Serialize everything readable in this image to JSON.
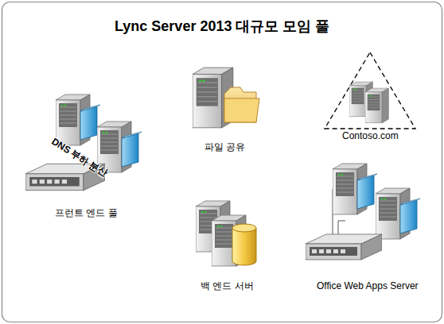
{
  "diagram": {
    "title": "Lync Server 2013 대규모 모임 풀",
    "nodes": [
      {
        "text": [
          "Contoso.com"
        ]
      }
    ],
    "labels": [
      "DNS 부하 분산",
      "프런트 엔드 풀",
      "파일 공유",
      "백 엔드 서버",
      "Office Web Apps Server"
    ]
  }
}
